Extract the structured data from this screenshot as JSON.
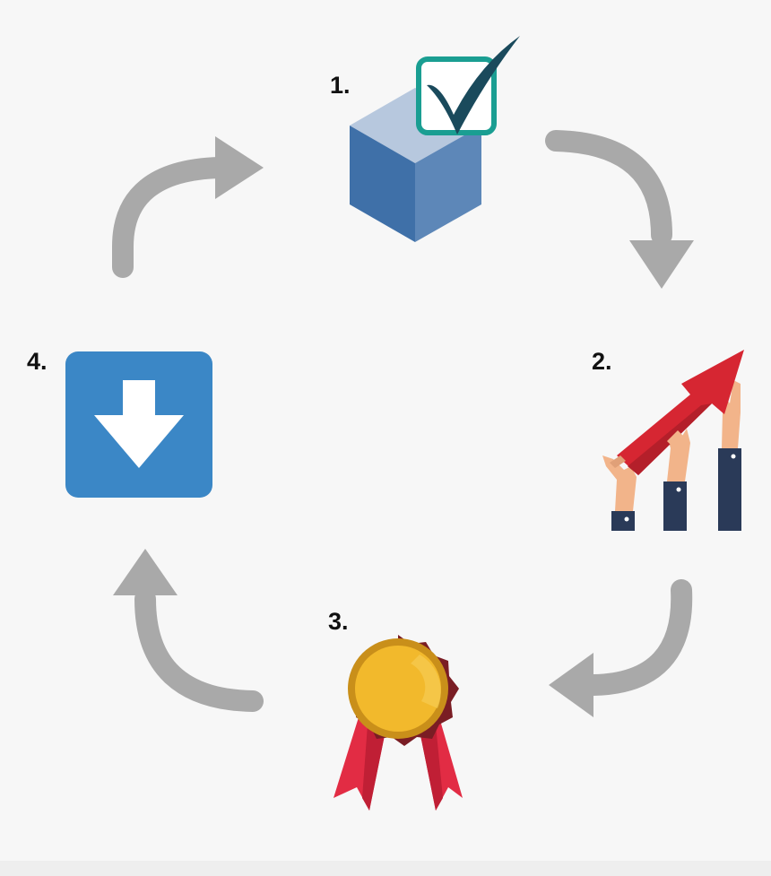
{
  "steps": [
    {
      "label": "1.",
      "icon": "checked-box-icon"
    },
    {
      "label": "2.",
      "icon": "growth-chart-hands-icon"
    },
    {
      "label": "3.",
      "icon": "award-ribbon-icon"
    },
    {
      "label": "4.",
      "icon": "download-icon"
    }
  ],
  "colors": {
    "background": "#f7f7f7",
    "arrow": "#a9a9a9",
    "cube_top": "#b7c8de",
    "cube_left": "#3f70a8",
    "cube_right": "#5d87b8",
    "check_border": "#1a9e92",
    "check_mark": "#1a4a5c",
    "growth_arrow": "#d62632",
    "sleeve": "#2a3a58",
    "skin": "#f2b48a",
    "medal": "#f2b92c",
    "ribbon": "#e22c44",
    "download_bg": "#3b87c6"
  }
}
